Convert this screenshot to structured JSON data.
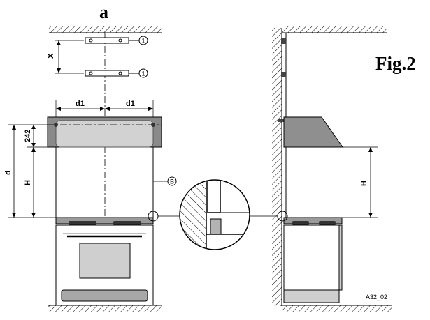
{
  "figure": {
    "panel_label": "a",
    "fig_label": "Fig.2",
    "code": "A32_02"
  },
  "dimensions": {
    "x": "X",
    "d1_left": "d1",
    "d1_right": "d1",
    "d": "d",
    "h_left": "H",
    "h_right": "H",
    "offset_242": "242"
  },
  "callouts": {
    "bracket_1a": "1",
    "bracket_1b": "1",
    "side_b": "B"
  }
}
